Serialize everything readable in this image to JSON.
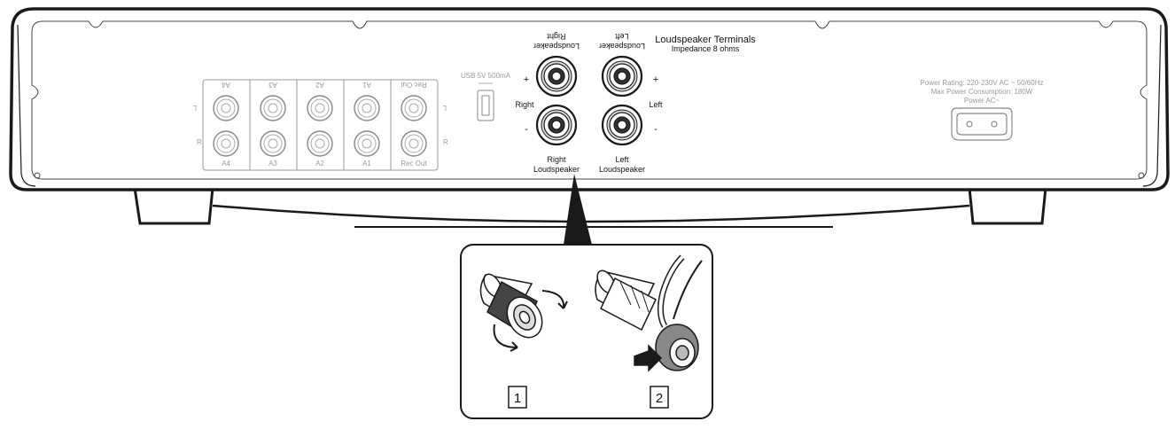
{
  "colors": {
    "line": "#1a1a1a",
    "grey": "#9a9a9a",
    "panel": "#ffffff",
    "foot": "#ffffff"
  },
  "inputs": {
    "top_labels": [
      "A4",
      "A3",
      "A2",
      "A1",
      "Rec Out"
    ],
    "bottom_labels": [
      "A4",
      "A3",
      "A2",
      "A1",
      "Rec Out"
    ],
    "left_channel_letter": "L",
    "right_channel_letter": "R"
  },
  "usb": {
    "label": "USB 5V 500mA"
  },
  "speaker_terminals": {
    "title": "Loudspeaker Terminals",
    "impedance": "Impedance 8 ohms",
    "top_right_line1": "Right",
    "top_right_line2": "Loudspeaker",
    "top_left_line1": "Left",
    "top_left_line2": "Loudspeaker",
    "bottom_right_line1": "Right",
    "bottom_right_line2": "Loudspeaker",
    "bottom_left_line1": "Left",
    "bottom_left_line2": "Loudspeaker",
    "side_right": "Right",
    "side_left": "Left",
    "plus": "+",
    "minus": "-"
  },
  "power": {
    "rating": "Power Rating: 220-230V AC ~ 50/60Hz",
    "consumption": "Max Power Consumption: 180W",
    "connector_label": "Power AC~"
  },
  "callout": {
    "step1": "1",
    "step2": "2"
  }
}
